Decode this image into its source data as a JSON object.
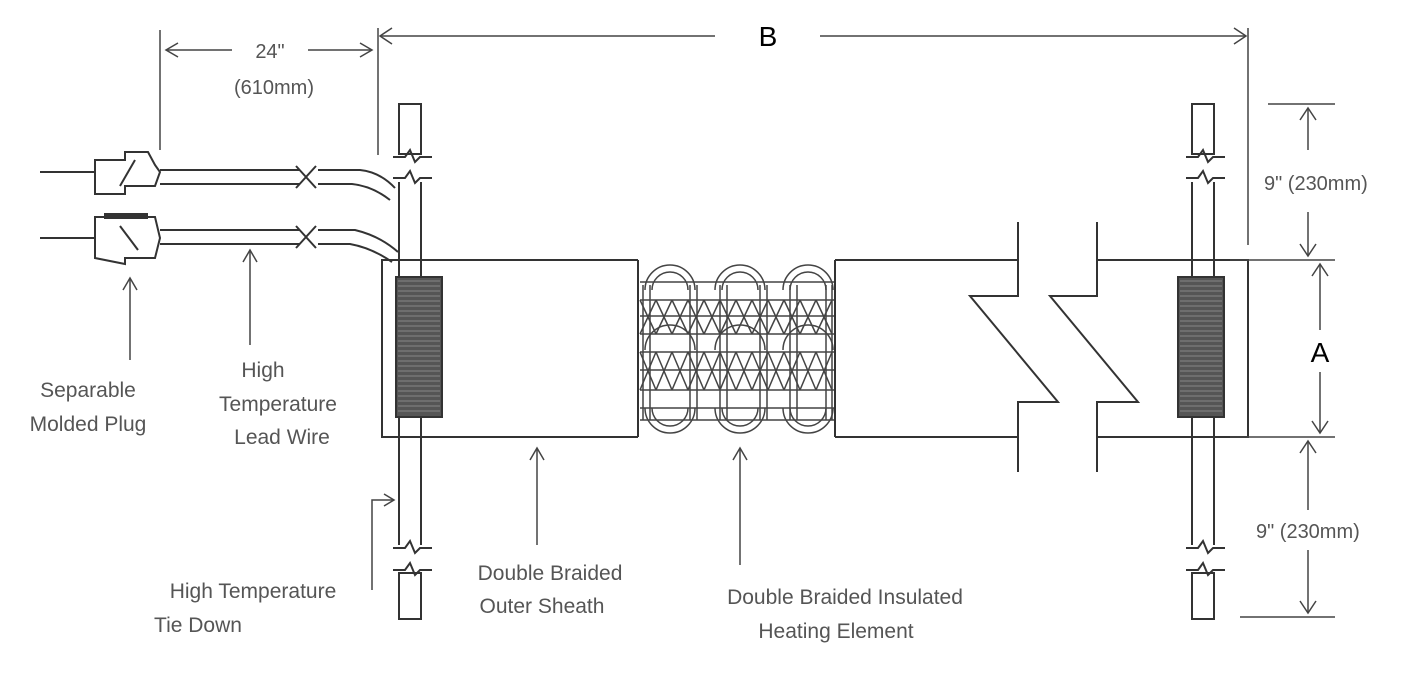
{
  "labels": {
    "dim_b": "B",
    "dim_a": "A",
    "lead_length_in": "24\"",
    "lead_length_mm": "(610mm)",
    "top_extension": "9\" (230mm)",
    "bottom_extension": "9\" (230mm)",
    "plug_line1": "Separable",
    "plug_line2": "Molded Plug",
    "lead_line1": "High",
    "lead_line2": "Temperature",
    "lead_line3": "Lead Wire",
    "tie_line1": "High Temperature",
    "tie_line2": "Tie Down",
    "sheath_line1": "Double Braided",
    "sheath_line2": "Outer Sheath",
    "element_line1": "Double Braided Insulated",
    "element_line2": "Heating Element"
  },
  "colors": {
    "line": "#333333",
    "text": "#555555",
    "dimension_letter": "#000000",
    "tie_down_fill": "#555555"
  }
}
